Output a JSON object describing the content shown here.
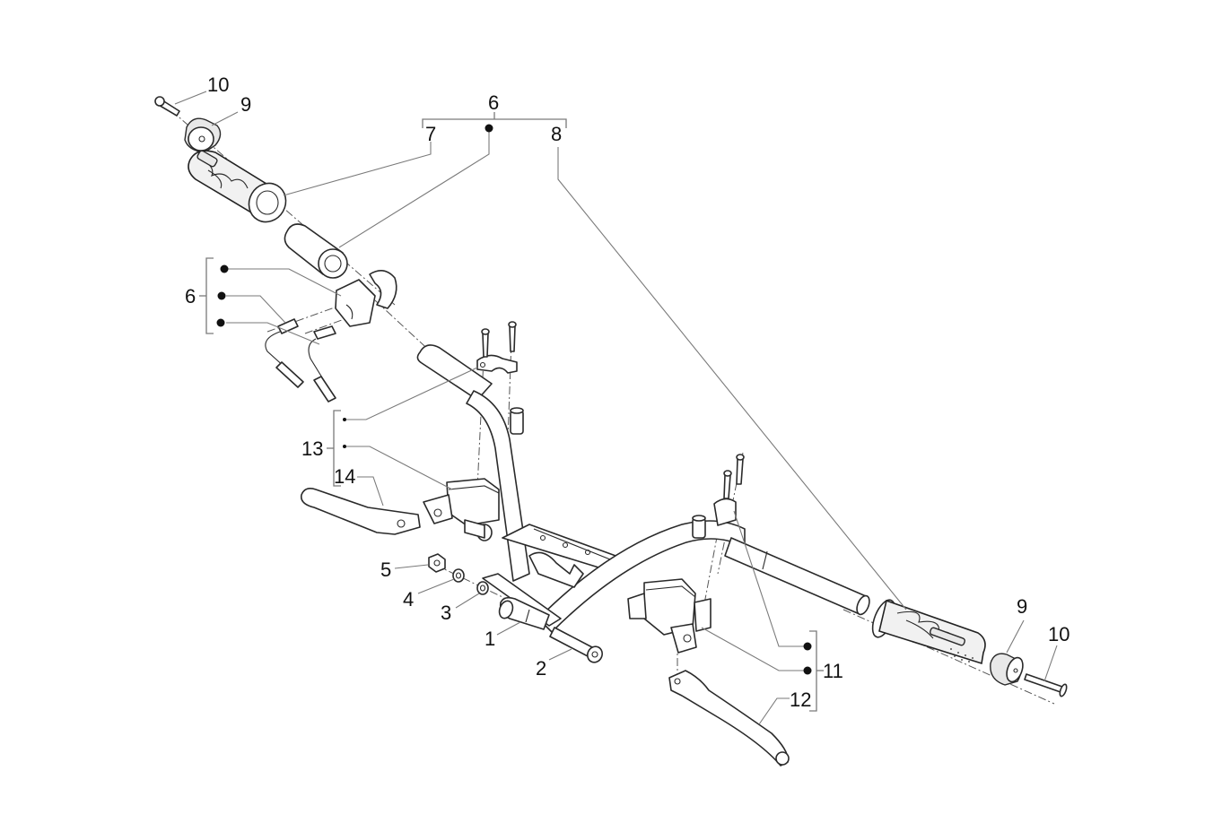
{
  "diagram": {
    "type": "exploded-parts-diagram",
    "subject": "handlebar assembly with brake levers, master cylinders, grips and bar-end weights",
    "callouts": [
      {
        "id": "c1",
        "label": "1"
      },
      {
        "id": "c2",
        "label": "2"
      },
      {
        "id": "c3",
        "label": "3"
      },
      {
        "id": "c4",
        "label": "4"
      },
      {
        "id": "c5",
        "label": "5"
      },
      {
        "id": "c6-top",
        "label": "6"
      },
      {
        "id": "c6-left",
        "label": "6"
      },
      {
        "id": "c7",
        "label": "7"
      },
      {
        "id": "c8",
        "label": "8"
      },
      {
        "id": "c9-left",
        "label": "9"
      },
      {
        "id": "c9-right",
        "label": "9"
      },
      {
        "id": "c10-left",
        "label": "10"
      },
      {
        "id": "c10-right",
        "label": "10"
      },
      {
        "id": "c11",
        "label": "11"
      },
      {
        "id": "c12",
        "label": "12"
      },
      {
        "id": "c13",
        "label": "13"
      },
      {
        "id": "c14",
        "label": "14"
      }
    ],
    "groups": [
      {
        "label": "6",
        "members": [
          "7",
          "•",
          "8"
        ],
        "orientation": "horizontal"
      },
      {
        "label": "6",
        "members": [
          "•",
          "•",
          "•"
        ],
        "orientation": "vertical"
      },
      {
        "label": "13",
        "members": [
          "•",
          "•",
          "14"
        ],
        "orientation": "vertical"
      },
      {
        "label": "11",
        "members": [
          "•",
          "•",
          "12"
        ],
        "orientation": "vertical"
      }
    ],
    "parts": [
      "handlebar",
      "handlebar-clamp-bracket",
      "clamp-bolt",
      "washer",
      "washer-small",
      "nut",
      "left-grip",
      "throttle-tube",
      "right-grip",
      "bar-end-weight-left",
      "bar-end-weight-right",
      "bar-end-screw-left",
      "bar-end-screw-right",
      "throttle-housing",
      "throttle-cables",
      "left-master-cylinder",
      "left-brake-lever",
      "right-master-cylinder",
      "right-brake-lever",
      "master-cylinder-clamp-left",
      "master-cylinder-clamp-right",
      "clamp-screws"
    ]
  }
}
